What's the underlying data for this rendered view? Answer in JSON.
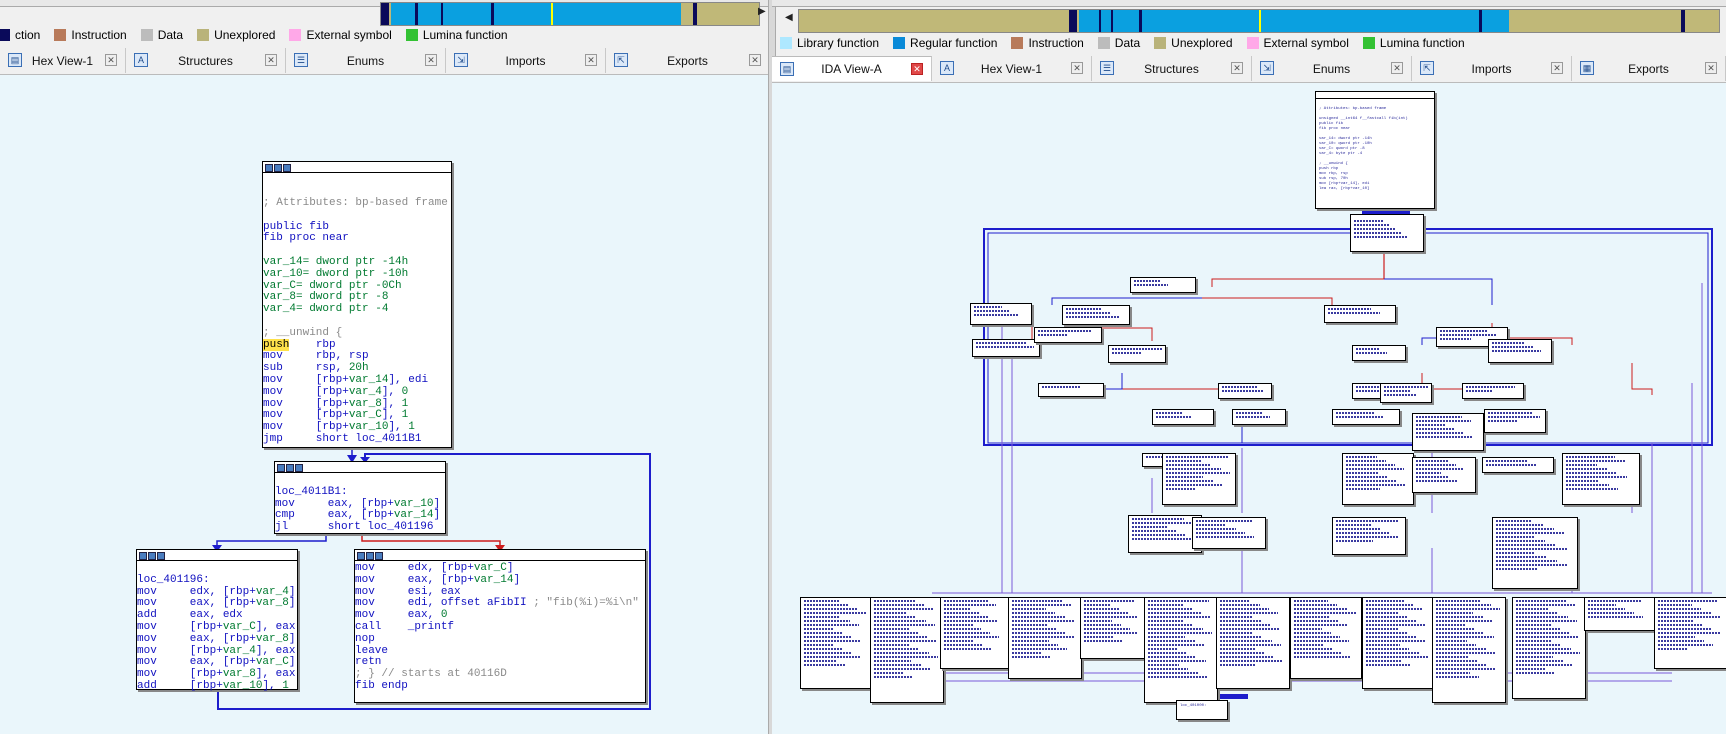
{
  "left": {
    "legend": [
      {
        "label": "ction",
        "color": "#0a0a5a",
        "name": "legend-library-function-partial"
      },
      {
        "label": "Instruction",
        "color": "#b87a5a",
        "name": "legend-instruction"
      },
      {
        "label": "Data",
        "color": "#bcbcbc",
        "name": "legend-data"
      },
      {
        "label": "Unexplored",
        "color": "#b9b37a",
        "name": "legend-unexplored"
      },
      {
        "label": "External symbol",
        "color": "#ffa8e8",
        "name": "legend-external-symbol"
      },
      {
        "label": "Lumina function",
        "color": "#33c233",
        "name": "legend-lumina-function"
      }
    ],
    "tabs": [
      {
        "label": "Hex View-1",
        "name": "tab-hex-view"
      },
      {
        "label": "Structures",
        "name": "tab-structures"
      },
      {
        "label": "Enums",
        "name": "tab-enums"
      },
      {
        "label": "Imports",
        "name": "tab-imports"
      },
      {
        "label": "Exports",
        "name": "tab-exports"
      }
    ],
    "nodes": {
      "entry": [
        [
          [
            "cm",
            "; Attributes: bp-based frame"
          ]
        ],
        [
          [
            "",
            ""
          ]
        ],
        [
          [
            "bl",
            "public fib"
          ]
        ],
        [
          [
            "bl",
            "fib proc near"
          ]
        ],
        [
          [
            "",
            ""
          ]
        ],
        [
          [
            "gr",
            "var_14= dword ptr -14h"
          ]
        ],
        [
          [
            "gr",
            "var_10= dword ptr -10h"
          ]
        ],
        [
          [
            "gr",
            "var_C= dword ptr -0Ch"
          ]
        ],
        [
          [
            "gr",
            "var_8= dword ptr -8"
          ]
        ],
        [
          [
            "gr",
            "var_4= dword ptr -4"
          ]
        ],
        [
          [
            "",
            ""
          ]
        ],
        [
          [
            "cm",
            "; __unwind {"
          ]
        ],
        [
          [
            "hl",
            "push"
          ],
          [
            "",
            "    "
          ],
          [
            "bl",
            "rbp"
          ]
        ],
        [
          [
            "bl",
            "mov     rbp, rsp"
          ]
        ],
        [
          [
            "bl",
            "sub     rsp, "
          ],
          [
            "gr",
            "20h"
          ]
        ],
        [
          [
            "bl",
            "mov     [rbp+"
          ],
          [
            "gr",
            "var_14"
          ],
          [
            "bl",
            "], edi"
          ]
        ],
        [
          [
            "bl",
            "mov     [rbp+"
          ],
          [
            "gr",
            "var_4"
          ],
          [
            "bl",
            "], "
          ],
          [
            "gr",
            "0"
          ]
        ],
        [
          [
            "bl",
            "mov     [rbp+"
          ],
          [
            "gr",
            "var_8"
          ],
          [
            "bl",
            "], "
          ],
          [
            "gr",
            "1"
          ]
        ],
        [
          [
            "bl",
            "mov     [rbp+"
          ],
          [
            "gr",
            "var_C"
          ],
          [
            "bl",
            "], "
          ],
          [
            "gr",
            "1"
          ]
        ],
        [
          [
            "bl",
            "mov     [rbp+"
          ],
          [
            "gr",
            "var_10"
          ],
          [
            "bl",
            "], "
          ],
          [
            "gr",
            "1"
          ]
        ],
        [
          [
            "bl",
            "jmp     short loc_4011B1"
          ]
        ]
      ],
      "check": [
        [
          [
            "",
            ""
          ]
        ],
        [
          [
            "bl",
            "loc_4011B1:"
          ]
        ],
        [
          [
            "bl",
            "mov     eax, [rbp+"
          ],
          [
            "gr",
            "var_10"
          ],
          [
            "bl",
            "]"
          ]
        ],
        [
          [
            "bl",
            "cmp     eax, [rbp+"
          ],
          [
            "gr",
            "var_14"
          ],
          [
            "bl",
            "]"
          ]
        ],
        [
          [
            "bl",
            "jl      short loc_401196"
          ]
        ]
      ],
      "loop": [
        [
          [
            "",
            ""
          ]
        ],
        [
          [
            "bl",
            "loc_401196:"
          ]
        ],
        [
          [
            "bl",
            "mov     edx, [rbp+"
          ],
          [
            "gr",
            "var_4"
          ],
          [
            "bl",
            "]"
          ]
        ],
        [
          [
            "bl",
            "mov     eax, [rbp+"
          ],
          [
            "gr",
            "var_8"
          ],
          [
            "bl",
            "]"
          ]
        ],
        [
          [
            "bl",
            "add     eax, edx"
          ]
        ],
        [
          [
            "bl",
            "mov     [rbp+"
          ],
          [
            "gr",
            "var_C"
          ],
          [
            "bl",
            "], eax"
          ]
        ],
        [
          [
            "bl",
            "mov     eax, [rbp+"
          ],
          [
            "gr",
            "var_8"
          ],
          [
            "bl",
            "]"
          ]
        ],
        [
          [
            "bl",
            "mov     [rbp+"
          ],
          [
            "gr",
            "var_4"
          ],
          [
            "bl",
            "], eax"
          ]
        ],
        [
          [
            "bl",
            "mov     eax, [rbp+"
          ],
          [
            "gr",
            "var_C"
          ],
          [
            "bl",
            "]"
          ]
        ],
        [
          [
            "bl",
            "mov     [rbp+"
          ],
          [
            "gr",
            "var_8"
          ],
          [
            "bl",
            "], eax"
          ]
        ],
        [
          [
            "bl",
            "add     [rbp+"
          ],
          [
            "gr",
            "var_10"
          ],
          [
            "bl",
            "], "
          ],
          [
            "gr",
            "1"
          ]
        ]
      ],
      "exit": [
        [
          [
            "bl",
            "mov     edx, [rbp+"
          ],
          [
            "gr",
            "var_C"
          ],
          [
            "bl",
            "]"
          ]
        ],
        [
          [
            "bl",
            "mov     eax, [rbp+"
          ],
          [
            "gr",
            "var_14"
          ],
          [
            "bl",
            "]"
          ]
        ],
        [
          [
            "bl",
            "mov     esi, eax"
          ]
        ],
        [
          [
            "bl",
            "mov     edi, offset aFibII "
          ],
          [
            "cm",
            "; \"fib(%i)=%i\\n\""
          ]
        ],
        [
          [
            "bl",
            "mov     eax, "
          ],
          [
            "gr",
            "0"
          ]
        ],
        [
          [
            "bl",
            "call    _printf"
          ]
        ],
        [
          [
            "bl",
            "nop"
          ]
        ],
        [
          [
            "bl",
            "leave"
          ]
        ],
        [
          [
            "bl",
            "retn"
          ]
        ],
        [
          [
            "cm",
            "; } // starts at 40116D"
          ]
        ],
        [
          [
            "bl",
            "fib endp"
          ]
        ]
      ]
    }
  },
  "right": {
    "legend": [
      {
        "label": "Library function",
        "color": "#aee8ff",
        "name": "legend-library-function"
      },
      {
        "label": "Regular function",
        "color": "#0a8ad8",
        "name": "legend-regular-function"
      },
      {
        "label": "Instruction",
        "color": "#b87a5a",
        "name": "legend-instruction"
      },
      {
        "label": "Data",
        "color": "#bcbcbc",
        "name": "legend-data"
      },
      {
        "label": "Unexplored",
        "color": "#b9b37a",
        "name": "legend-unexplored"
      },
      {
        "label": "External symbol",
        "color": "#ffa8e8",
        "name": "legend-external-symbol"
      },
      {
        "label": "Lumina function",
        "color": "#33c233",
        "name": "legend-lumina-function"
      }
    ],
    "tabs": [
      {
        "label": "IDA View-A",
        "name": "tab-ida-view-a",
        "active": true
      },
      {
        "label": "Hex View-1",
        "name": "tab-hex-view"
      },
      {
        "label": "Structures",
        "name": "tab-structures"
      },
      {
        "label": "Enums",
        "name": "tab-enums"
      },
      {
        "label": "Imports",
        "name": "tab-imports"
      },
      {
        "label": "Exports",
        "name": "tab-exports"
      }
    ],
    "mini_entry": [
      "; Attributes: bp-based frame",
      "",
      "unsigned __int64 f__fastcall fib(int)",
      "public fib",
      "fib proc near",
      "",
      "var_14= dword ptr -14h",
      "var_10= qword ptr -10h",
      "var_C= qword ptr -8",
      "var_4= byte ptr -4",
      "",
      "; __unwind {",
      "push rbp",
      "mov rbp, rsp",
      "sub rsp, 70h",
      "mov [rbp+var_14], edi",
      "lea rax, [rbp+var_10]"
    ],
    "mini_label": "loc_401000:"
  }
}
